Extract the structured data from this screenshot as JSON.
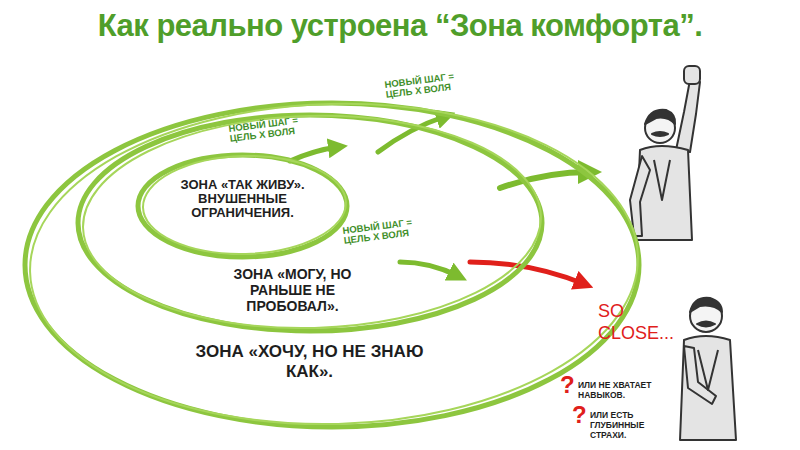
{
  "diagram": {
    "title": "Как реально устроена “Зона комфорта”.",
    "nodes": [
      {
        "text": [
          "ЗОНА «ХОЧУ, НО НЕ ЗНАЮ КАК»."
        ]
      },
      {
        "text": [
          "ЗОНА «МОГУ, НО РАНЬШЕ НЕ ПРОБОВАЛ»."
        ],
        "in": 0
      },
      {
        "text": [
          "ЗОНА «ТАК ЖИВУ». ВНУШЕННЫЕ ОГРАНИЧЕНИЯ."
        ],
        "in": 1
      }
    ],
    "labels": [
      "НОВЫЙ ШАГ = ЦЕЛЬ Х ВОЛЯ",
      "НОВЫЙ ШАГ = ЦЕЛЬ Х ВОЛЯ",
      "НОВЫЙ ШАГ = ЦЕЛЬ Х ВОЛЯ",
      "SO CLOSE...",
      "?",
      "ИЛИ НЕ ХВАТАЕТ НАВЫКОВ.",
      "?",
      "ИЛИ ЕСТЬ ГЛУБИННЫЕ СТРАХИ."
    ]
  }
}
